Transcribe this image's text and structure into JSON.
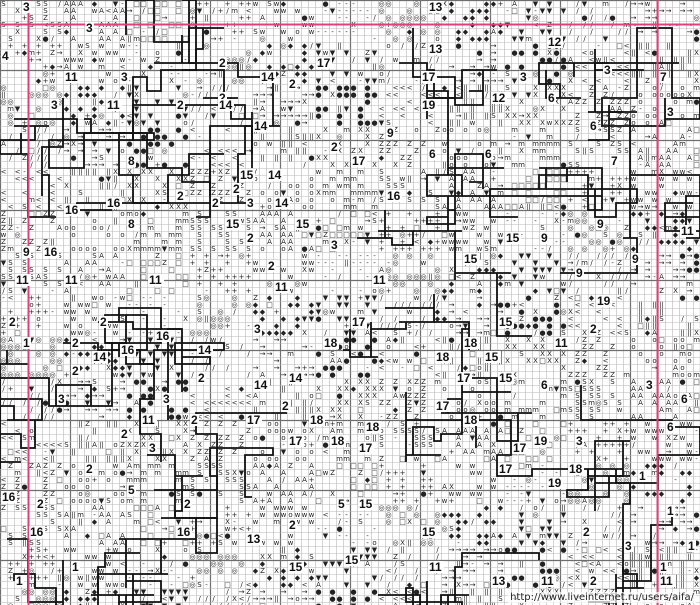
{
  "watermark": "http://www.liveinternet.ru/users/aifa/",
  "colors": {
    "grid_fine": "#b8b8b8",
    "grid_bold": "#6e6e6e",
    "guide_line": "#e0407a",
    "region_line": "#111111",
    "symbol": "#222222"
  },
  "symbols": [
    "S",
    "||",
    "▼",
    "+",
    "o",
    "●",
    "◎",
    "A",
    "X",
    "/",
    "w",
    "m",
    "<",
    "◆",
    "□",
    "Z",
    "→",
    "-"
  ],
  "region_numbers": [
    {
      "label": "3",
      "col": 3,
      "row": 0
    },
    {
      "label": "13",
      "col": 61,
      "row": 0
    },
    {
      "label": "3",
      "col": 12,
      "row": 3
    },
    {
      "label": "12",
      "col": 78,
      "row": 5
    },
    {
      "label": "13",
      "col": 61,
      "row": 6
    },
    {
      "label": "4",
      "col": 0,
      "row": 7
    },
    {
      "label": "17",
      "col": 45,
      "row": 8
    },
    {
      "label": "2",
      "col": 31,
      "row": 8
    },
    {
      "label": "3",
      "col": 86,
      "row": 9
    },
    {
      "label": "7",
      "col": 94,
      "row": 10
    },
    {
      "label": "11",
      "col": 9,
      "row": 10
    },
    {
      "label": "3",
      "col": 17,
      "row": 10
    },
    {
      "label": "14",
      "col": 37,
      "row": 10
    },
    {
      "label": "2",
      "col": 41,
      "row": 11
    },
    {
      "label": "17",
      "col": 60,
      "row": 10
    },
    {
      "label": "3",
      "col": 74,
      "row": 10
    },
    {
      "label": "2",
      "col": 31,
      "row": 13
    },
    {
      "label": "12",
      "col": 70,
      "row": 13
    },
    {
      "label": "6",
      "col": 78,
      "row": 13
    },
    {
      "label": "3",
      "col": 7,
      "row": 14
    },
    {
      "label": "11",
      "col": 15,
      "row": 14
    },
    {
      "label": "2",
      "col": 25,
      "row": 14
    },
    {
      "label": "14",
      "col": 31,
      "row": 14
    },
    {
      "label": "19",
      "col": 60,
      "row": 14
    },
    {
      "label": "3",
      "col": 95,
      "row": 15
    },
    {
      "label": "14",
      "col": 36,
      "row": 17
    },
    {
      "label": "2",
      "col": 47,
      "row": 20
    },
    {
      "label": "9",
      "col": 55,
      "row": 18
    },
    {
      "label": "6",
      "col": 84,
      "row": 17
    },
    {
      "label": "6",
      "col": 61,
      "row": 21
    },
    {
      "label": "6",
      "col": 69,
      "row": 21
    },
    {
      "label": "17",
      "col": 50,
      "row": 22
    },
    {
      "label": "7",
      "col": 87,
      "row": 22
    },
    {
      "label": "8",
      "col": 18,
      "row": 22
    },
    {
      "label": "15",
      "col": 34,
      "row": 24
    },
    {
      "label": "14",
      "col": 38,
      "row": 24
    },
    {
      "label": "2",
      "col": 33,
      "row": 26
    },
    {
      "label": "2",
      "col": 25,
      "row": 27
    },
    {
      "label": "16",
      "col": 55,
      "row": 27
    },
    {
      "label": "16",
      "col": 15,
      "row": 28
    },
    {
      "label": "2",
      "col": 30,
      "row": 28
    },
    {
      "label": "3",
      "col": 35,
      "row": 28
    },
    {
      "label": "14",
      "col": 39,
      "row": 28
    },
    {
      "label": "16",
      "col": 9,
      "row": 29
    },
    {
      "label": "8",
      "col": 18,
      "row": 31
    },
    {
      "label": "15",
      "col": 32,
      "row": 31
    },
    {
      "label": "15",
      "col": 42,
      "row": 31
    },
    {
      "label": "9",
      "col": 85,
      "row": 31
    },
    {
      "label": "15",
      "col": 72,
      "row": 33
    },
    {
      "label": "9",
      "col": 77,
      "row": 33
    },
    {
      "label": "2",
      "col": 35,
      "row": 33
    },
    {
      "label": "3",
      "col": 47,
      "row": 34
    },
    {
      "label": "9",
      "col": 3,
      "row": 35
    },
    {
      "label": "16",
      "col": 6,
      "row": 35
    },
    {
      "label": "11",
      "col": 97,
      "row": 32
    },
    {
      "label": "15",
      "col": 66,
      "row": 36
    },
    {
      "label": "9",
      "col": 90,
      "row": 36
    },
    {
      "label": "2",
      "col": 38,
      "row": 37
    },
    {
      "label": "9",
      "col": 82,
      "row": 38
    },
    {
      "label": "11",
      "col": 2,
      "row": 39
    },
    {
      "label": "11",
      "col": 9,
      "row": 39
    },
    {
      "label": "11",
      "col": 21,
      "row": 39
    },
    {
      "label": "11",
      "col": 39,
      "row": 40
    },
    {
      "label": "11",
      "col": 53,
      "row": 39
    },
    {
      "label": "19",
      "col": 85,
      "row": 42
    },
    {
      "label": "2",
      "col": 1,
      "row": 45
    },
    {
      "label": "2",
      "col": 14,
      "row": 45
    },
    {
      "label": "16",
      "col": 22,
      "row": 47
    },
    {
      "label": "3",
      "col": 36,
      "row": 46
    },
    {
      "label": "17",
      "col": 50,
      "row": 45
    },
    {
      "label": "15",
      "col": 71,
      "row": 45
    },
    {
      "label": "2",
      "col": 84,
      "row": 46
    },
    {
      "label": "1",
      "col": 3,
      "row": 48
    },
    {
      "label": "2",
      "col": 10,
      "row": 48
    },
    {
      "label": "16",
      "col": 17,
      "row": 49
    },
    {
      "label": "14",
      "col": 28,
      "row": 49
    },
    {
      "label": "18",
      "col": 46,
      "row": 48
    },
    {
      "label": "18",
      "col": 66,
      "row": 48
    },
    {
      "label": "11",
      "col": 79,
      "row": 48
    },
    {
      "label": "14",
      "col": 13,
      "row": 50
    },
    {
      "label": "2",
      "col": 10,
      "row": 52
    },
    {
      "label": "18",
      "col": 62,
      "row": 50
    },
    {
      "label": "15",
      "col": 69,
      "row": 50
    },
    {
      "label": "2",
      "col": 28,
      "row": 53
    },
    {
      "label": "14",
      "col": 41,
      "row": 53
    },
    {
      "label": "17",
      "col": 65,
      "row": 53
    },
    {
      "label": "15",
      "col": 71,
      "row": 53
    },
    {
      "label": "6",
      "col": 77,
      "row": 54
    },
    {
      "label": "3",
      "col": 92,
      "row": 54
    },
    {
      "label": "14",
      "col": 36,
      "row": 54
    },
    {
      "label": "6",
      "col": 97,
      "row": 56
    },
    {
      "label": "3",
      "col": 8,
      "row": 56
    },
    {
      "label": "3",
      "col": 23,
      "row": 56
    },
    {
      "label": "2",
      "col": 40,
      "row": 57
    },
    {
      "label": "17",
      "col": 62,
      "row": 57
    },
    {
      "label": "11",
      "col": 20,
      "row": 59
    },
    {
      "label": "2",
      "col": 27,
      "row": 59
    },
    {
      "label": "17",
      "col": 35,
      "row": 59
    },
    {
      "label": "18",
      "col": 44,
      "row": 59
    },
    {
      "label": "18",
      "col": 66,
      "row": 59
    },
    {
      "label": "18",
      "col": 52,
      "row": 60
    },
    {
      "label": "6",
      "col": 95,
      "row": 60
    },
    {
      "label": "2",
      "col": 17,
      "row": 61
    },
    {
      "label": "19",
      "col": 76,
      "row": 62
    },
    {
      "label": "3",
      "col": 82,
      "row": 62
    },
    {
      "label": "17",
      "col": 41,
      "row": 62
    },
    {
      "label": "18",
      "col": 47,
      "row": 62
    },
    {
      "label": "17",
      "col": 73,
      "row": 63
    },
    {
      "label": "3",
      "col": 21,
      "row": 63
    },
    {
      "label": "17",
      "col": 51,
      "row": 63
    },
    {
      "label": "2",
      "col": 12,
      "row": 66
    },
    {
      "label": "18",
      "col": 81,
      "row": 66
    },
    {
      "label": "17",
      "col": 71,
      "row": 66
    },
    {
      "label": "1",
      "col": 91,
      "row": 67
    },
    {
      "label": "19",
      "col": 78,
      "row": 68
    },
    {
      "label": "16",
      "col": 0,
      "row": 70
    },
    {
      "label": "5",
      "col": 18,
      "row": 69
    },
    {
      "label": "2",
      "col": 5,
      "row": 71
    },
    {
      "label": "2",
      "col": 26,
      "row": 71
    },
    {
      "label": "5",
      "col": 48,
      "row": 71
    },
    {
      "label": "15",
      "col": 51,
      "row": 71
    },
    {
      "label": "1",
      "col": 95,
      "row": 72
    },
    {
      "label": "2",
      "col": 41,
      "row": 74
    },
    {
      "label": "16",
      "col": 4,
      "row": 75
    },
    {
      "label": "16",
      "col": 25,
      "row": 75
    },
    {
      "label": "15",
      "col": 60,
      "row": 75
    },
    {
      "label": "2",
      "col": 83,
      "row": 75
    },
    {
      "label": "13",
      "col": 35,
      "row": 76
    },
    {
      "label": "3",
      "col": 89,
      "row": 77
    },
    {
      "label": "1",
      "col": 98,
      "row": 77
    },
    {
      "label": "15",
      "col": 49,
      "row": 79
    },
    {
      "label": "1",
      "col": 10,
      "row": 80
    },
    {
      "label": "15",
      "col": 41,
      "row": 80
    },
    {
      "label": "11",
      "col": 61,
      "row": 80
    },
    {
      "label": "1",
      "col": 94,
      "row": 80
    },
    {
      "label": "1",
      "col": 2,
      "row": 82
    },
    {
      "label": "13",
      "col": 70,
      "row": 82
    },
    {
      "label": "11",
      "col": 77,
      "row": 82
    },
    {
      "label": "2",
      "col": 84,
      "row": 82
    },
    {
      "label": "11",
      "col": 94,
      "row": 82
    }
  ]
}
